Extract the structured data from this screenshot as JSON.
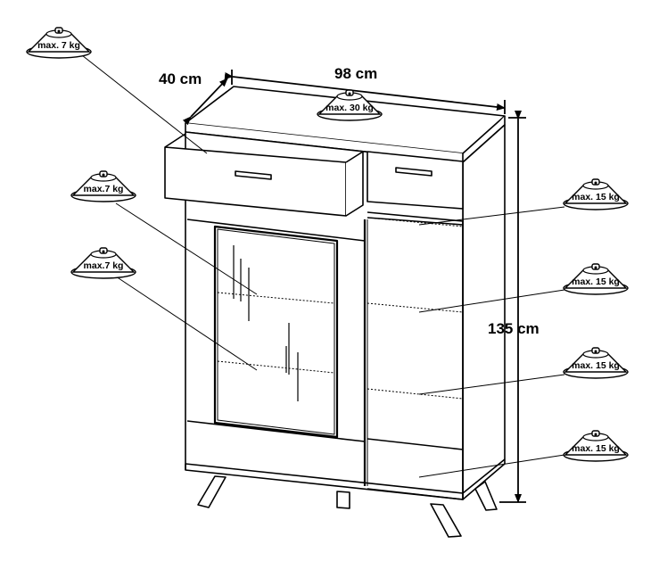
{
  "dimensions": {
    "depth": "40 cm",
    "width": "98 cm",
    "height": "135 cm"
  },
  "weights": {
    "drawer_left": "max. 7 kg",
    "top": "max. 30 kg",
    "glass_shelf_upper": "max.7 kg",
    "glass_shelf_lower": "max.7 kg",
    "right_shelf_1": "max. 15 kg",
    "right_shelf_2": "max. 15 kg",
    "right_shelf_3": "max. 15 kg",
    "right_bottom": "max. 15 kg"
  }
}
